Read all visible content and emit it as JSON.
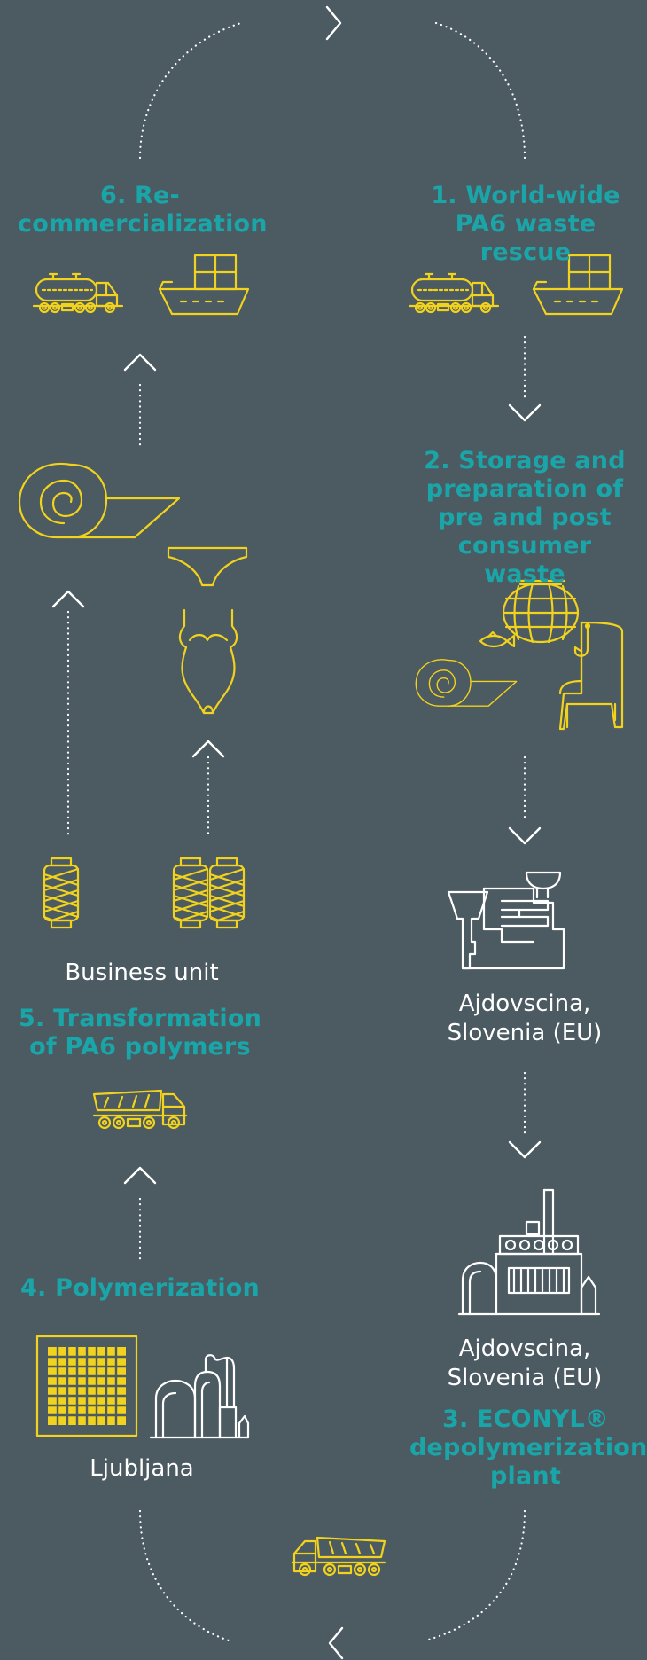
{
  "colors": {
    "background": "#4c5a62",
    "accent_yellow": "#f1d21c",
    "accent_teal": "#1aa6a9",
    "line_white": "#ffffff"
  },
  "steps": {
    "s1": "1. World-wide PA6 waste rescue",
    "s2": "2. Storage and preparation of pre and post consumer waste",
    "s3": "3. ECONYL® depolymerization plant",
    "s4": "4. Polymerization",
    "s5": "5. Transformation of PA6 polymers",
    "s6": "6. Re-commercialization"
  },
  "captions": {
    "location_a": "Ajdovscina, Slovenia (EU)",
    "location_b": "Ajdovscina, Slovenia (EU)",
    "business_unit": "Business unit",
    "ljubljana": "Ljubljana"
  },
  "icons": [
    "tanker-truck-icon",
    "cargo-ship-icon",
    "fishing-net-icon",
    "fish-icon",
    "hook-icon",
    "carpet-roll-icon",
    "chair-icon",
    "sorting-plant-icon",
    "depolymerization-plant-icon",
    "dump-truck-icon",
    "polymer-grid-icon",
    "polymer-plant-icon",
    "yarn-spool-icon",
    "swimsuit-icon",
    "briefs-icon",
    "arrow-right-icon",
    "arrow-left-icon",
    "arrow-down-icon",
    "arrow-up-icon"
  ]
}
